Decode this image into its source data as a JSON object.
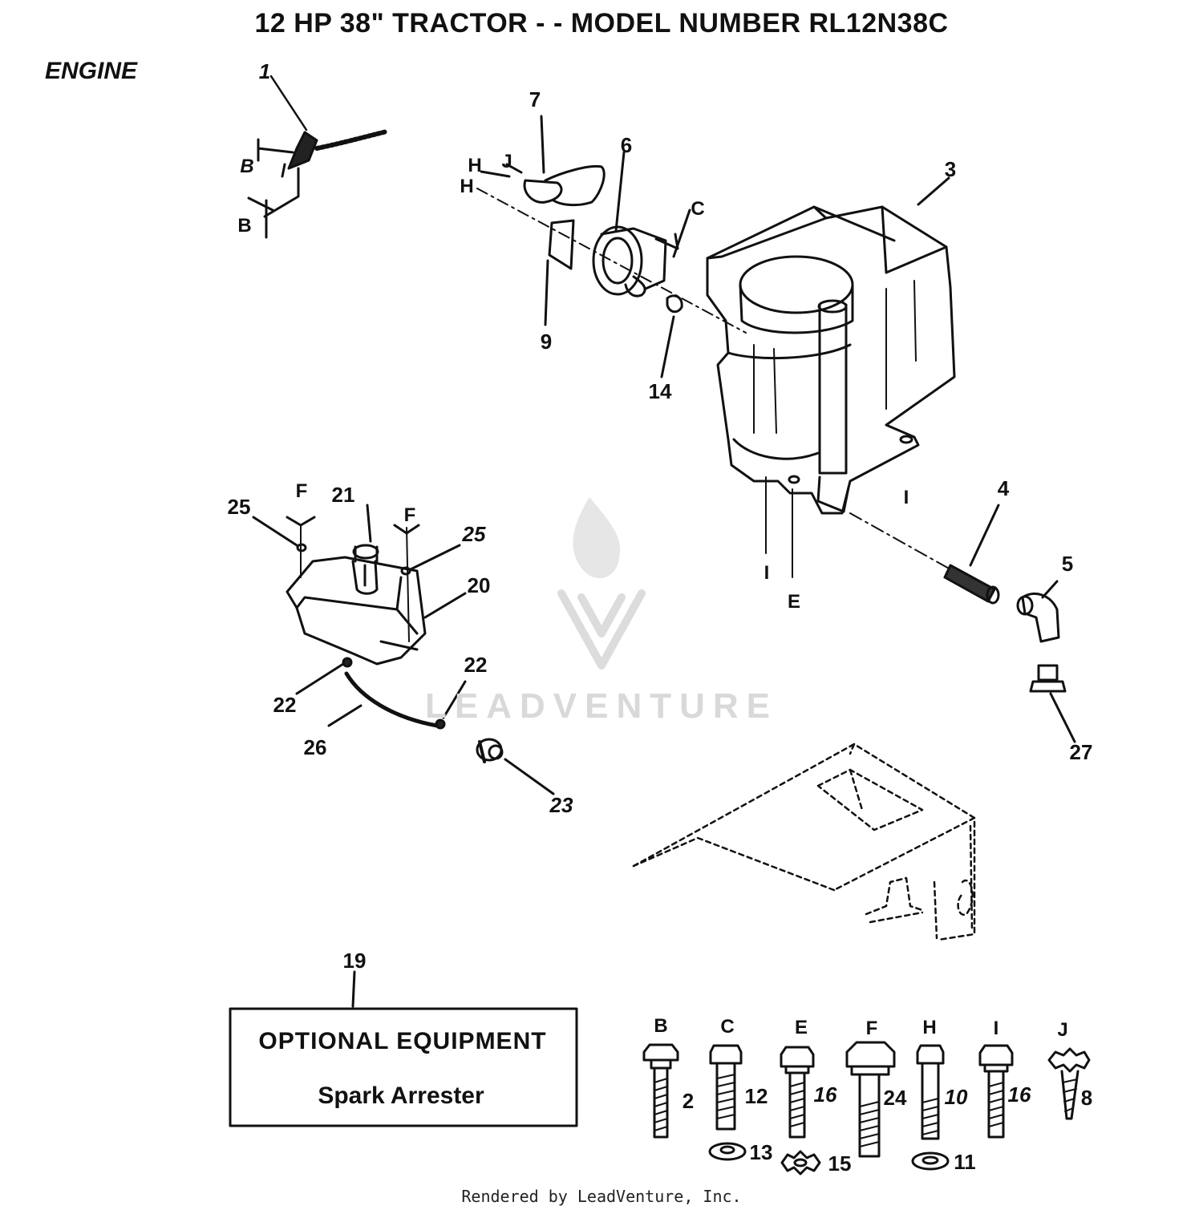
{
  "header": {
    "title": "12 HP 38\" TRACTOR - - MODEL NUMBER RL12N38C"
  },
  "section": {
    "label": "ENGINE"
  },
  "callouts": [
    "1",
    "7",
    "6",
    "3",
    "9",
    "14",
    "25",
    "21",
    "25",
    "20",
    "4",
    "5",
    "22",
    "22",
    "26",
    "23",
    "27",
    "19"
  ],
  "letters": [
    "B",
    "B",
    "H",
    "H",
    "J",
    "C",
    "F",
    "F",
    "I",
    "I",
    "E"
  ],
  "optional_box": {
    "title": "OPTIONAL EQUIPMENT",
    "item": "Spark Arrester"
  },
  "hardware_key": [
    {
      "letter": "B",
      "part": "2"
    },
    {
      "letter": "C",
      "part": "12",
      "washer": "13"
    },
    {
      "letter": "E",
      "part": "16",
      "washer": "15"
    },
    {
      "letter": "F",
      "part": "24"
    },
    {
      "letter": "H",
      "part": "10",
      "washer": "11"
    },
    {
      "letter": "I",
      "part": "16"
    },
    {
      "letter": "J",
      "part": "8"
    }
  ],
  "watermark": {
    "text": "LEADVENTURE"
  },
  "footer": {
    "text": "Rendered by LeadVenture, Inc."
  }
}
